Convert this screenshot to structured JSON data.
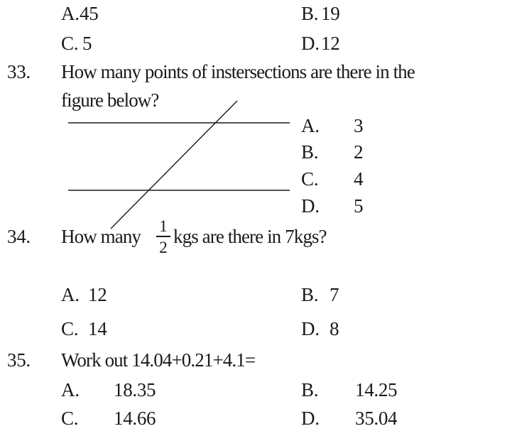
{
  "q32": {
    "options": [
      {
        "letter": "A.",
        "value": "45"
      },
      {
        "letter": "B.",
        "value": "19"
      },
      {
        "letter": "C.",
        "value": "5"
      },
      {
        "letter": "D.",
        "value": "12"
      }
    ]
  },
  "q33": {
    "number": "33.",
    "line1": "How many points of instersections are there in the",
    "line2": "figure below?",
    "options": [
      {
        "letter": "A.",
        "value": "3"
      },
      {
        "letter": "B.",
        "value": "2"
      },
      {
        "letter": "C.",
        "value": "4"
      },
      {
        "letter": "D.",
        "value": "5"
      }
    ]
  },
  "q34": {
    "number": "34.",
    "text_before": "How many",
    "frac_num": "1",
    "frac_den": "2",
    "text_after": "kgs are there in 7kgs?",
    "options": [
      {
        "letter": "A.",
        "value": "12"
      },
      {
        "letter": "B.",
        "value": "7"
      },
      {
        "letter": "C.",
        "value": "14"
      },
      {
        "letter": "D.",
        "value": "8"
      }
    ]
  },
  "q35": {
    "number": "35.",
    "text": "Work out 14.04+0.21+4.1=",
    "options": [
      {
        "letter": "A.",
        "value": "18.35"
      },
      {
        "letter": "B.",
        "value": "14.25"
      },
      {
        "letter": "C.",
        "value": "14.66"
      },
      {
        "letter": "D.",
        "value": "35.04"
      }
    ]
  }
}
